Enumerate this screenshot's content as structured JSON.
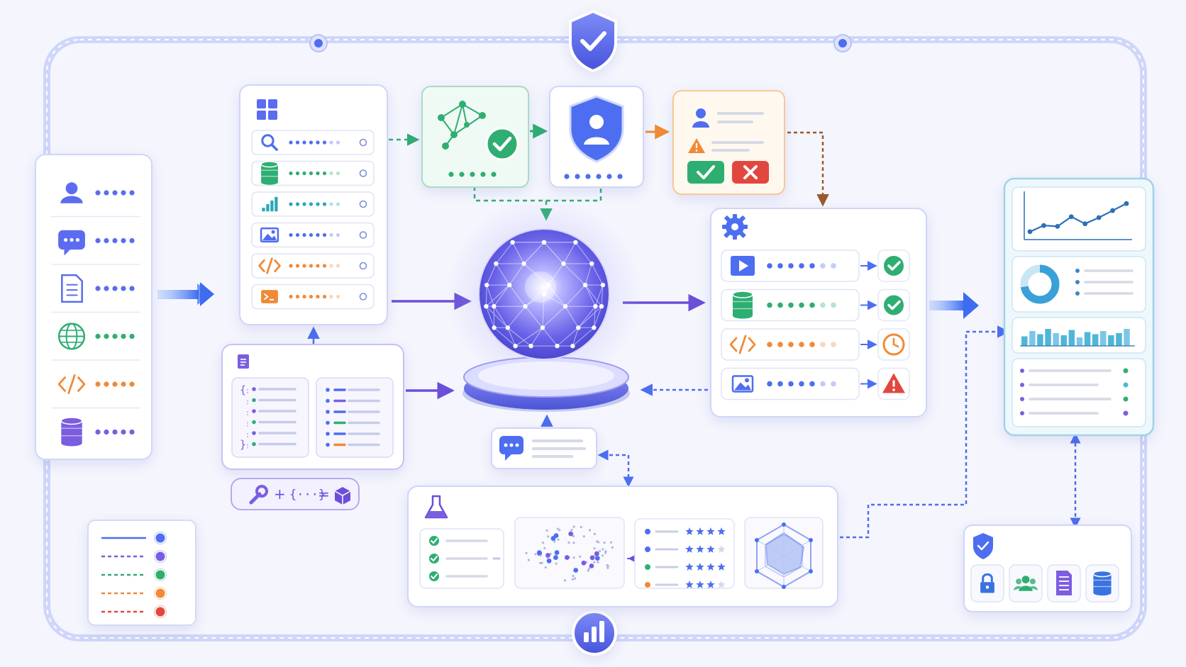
{
  "colors": {
    "background": "#f5f6fd",
    "frame": "#c4cdf8",
    "blue": "#4d6ef0",
    "purple": "#7b5de0",
    "green": "#2fae72",
    "orange": "#f08a36",
    "red": "#e2473f",
    "teal": "#4fb6d8",
    "card_border": "#cfd6f7"
  },
  "top_badge": {
    "icon": "shield-check-icon"
  },
  "bottom_badge": {
    "icon": "bar-chart-icon"
  },
  "inputs_panel": {
    "items": [
      {
        "icon": "user-icon",
        "color": "#5b6cf0",
        "dots": 5
      },
      {
        "icon": "chat-bubble-icon",
        "color": "#5b6cf0",
        "dots": 5
      },
      {
        "icon": "document-icon",
        "color": "#5b6cf0",
        "dots": 5
      },
      {
        "icon": "globe-icon",
        "color": "#2fae72",
        "dots": 5
      },
      {
        "icon": "code-icon",
        "color": "#f08a36",
        "dots": 5
      },
      {
        "icon": "database-icon",
        "color": "#7b5de0",
        "dots": 5
      }
    ]
  },
  "tools_panel": {
    "header_icon": "grid-icon",
    "rows": [
      {
        "icon": "search-icon",
        "color": "#4d6ef0"
      },
      {
        "icon": "database-icon",
        "color": "#2fae72"
      },
      {
        "icon": "bar-chart-icon",
        "color": "#2aa6b8"
      },
      {
        "icon": "image-icon",
        "color": "#4d6ef0"
      },
      {
        "icon": "code-icon",
        "color": "#f08a36"
      },
      {
        "icon": "terminal-icon",
        "color": "#f08a36"
      }
    ]
  },
  "schema_panel": {
    "header_icon": "document-icon"
  },
  "formula": {
    "tool_icon": "wrench-icon",
    "plus": "+",
    "braces": "{···}",
    "equals": "=",
    "result_icon": "cube-icon"
  },
  "graph_check_card": {
    "icon": "network-graph-icon",
    "status_icon": "check-circle-icon"
  },
  "user_shield_card": {
    "icon": "user-shield-icon"
  },
  "approval_card": {
    "user_icon": "user-icon",
    "warning_icon": "warning-icon",
    "approve_icon": "check-icon",
    "reject_icon": "close-icon"
  },
  "core": {
    "icon": "neural-sphere-icon"
  },
  "chat_card": {
    "icon": "chat-bubble-icon"
  },
  "exec_panel": {
    "header_icon": "gear-icon",
    "rows": [
      {
        "icon": "play-icon",
        "color": "#4d6ef0",
        "status_icon": "check-circle-icon",
        "status_color": "#2fae72"
      },
      {
        "icon": "database-icon",
        "color": "#2fae72",
        "status_icon": "check-circle-icon",
        "status_color": "#2fae72"
      },
      {
        "icon": "code-icon",
        "color": "#f08a36",
        "status_icon": "clock-icon",
        "status_color": "#f08a36"
      },
      {
        "icon": "image-icon",
        "color": "#4d6ef0",
        "status_icon": "warning-icon",
        "status_color": "#e2473f"
      }
    ]
  },
  "analytics_panel": {
    "line_points": [
      0.18,
      0.32,
      0.3,
      0.52,
      0.36,
      0.5,
      0.66,
      0.82
    ],
    "bar_levels": [
      0.45,
      0.7,
      0.55,
      0.8,
      0.6,
      0.5,
      0.75,
      0.4,
      0.65,
      0.55,
      0.7,
      0.5,
      0.6,
      0.8
    ],
    "donut": {
      "icon": "donut-chart-icon"
    },
    "list_dot_colors": [
      "#2fae72",
      "#4fb6d8",
      "#2fae72",
      "#7b5de0"
    ]
  },
  "eval_panel": {
    "header_icon": "flask-icon",
    "checks": 3,
    "ratings": [
      {
        "color": "#4d6ef0",
        "stars": 4
      },
      {
        "color": "#4d6ef0",
        "stars": 3
      },
      {
        "color": "#2fae72",
        "stars": 4
      },
      {
        "color": "#f08a36",
        "stars": 3
      }
    ],
    "radar_icon": "radar-chart-icon"
  },
  "security_panel": {
    "header_icon": "shield-check-icon",
    "tiles": [
      "lock-icon",
      "users-icon",
      "document-icon",
      "database-icon"
    ]
  },
  "legend": {
    "entries": [
      {
        "style": "solid",
        "color": "#4d6ef0"
      },
      {
        "style": "dashed",
        "color": "#7b5de0"
      },
      {
        "style": "dashed",
        "color": "#2fae72"
      },
      {
        "style": "dashed",
        "color": "#f08a36"
      },
      {
        "style": "dashed",
        "color": "#e2473f"
      }
    ]
  }
}
